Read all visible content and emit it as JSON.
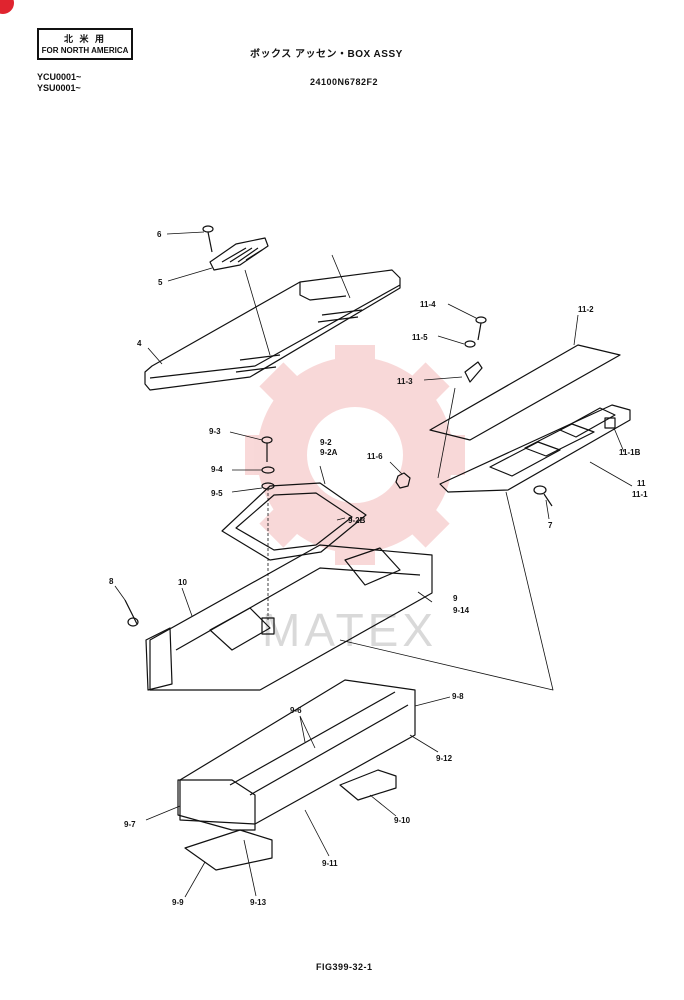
{
  "header": {
    "stamp_jp": "北 米 用",
    "stamp_en": "FOR NORTH AMERICA",
    "serial_1": "YCU0001~",
    "serial_2": "YSU0001~",
    "title": "ボックス アッセン・BOX ASSY",
    "part_number": "24100N6782F2"
  },
  "footer": {
    "figure_id": "FIG399-32-1"
  },
  "watermark": {
    "text": "MATEX",
    "color": "#f4b9b9"
  },
  "callouts": [
    {
      "id": "c6",
      "label": "6"
    },
    {
      "id": "c5",
      "label": "5"
    },
    {
      "id": "c4",
      "label": "4"
    },
    {
      "id": "c11-4",
      "label": "11-4"
    },
    {
      "id": "c11-5",
      "label": "11-5"
    },
    {
      "id": "c11-3",
      "label": "11-3"
    },
    {
      "id": "c11-2",
      "label": "11-2"
    },
    {
      "id": "c11-1B",
      "label": "11-1B"
    },
    {
      "id": "c11",
      "label": "11"
    },
    {
      "id": "c11-1",
      "label": "11-1"
    },
    {
      "id": "c7",
      "label": "7"
    },
    {
      "id": "c11-6",
      "label": "11-6"
    },
    {
      "id": "c9-3",
      "label": "9-3"
    },
    {
      "id": "c9-2",
      "label": "9-2"
    },
    {
      "id": "c9-2A",
      "label": "9-2A"
    },
    {
      "id": "c9-4",
      "label": "9-4"
    },
    {
      "id": "c9-5",
      "label": "9-5"
    },
    {
      "id": "c9-2B",
      "label": "9-2B"
    },
    {
      "id": "c8",
      "label": "8"
    },
    {
      "id": "c10",
      "label": "10"
    },
    {
      "id": "c9",
      "label": "9"
    },
    {
      "id": "c9-14",
      "label": "9-14"
    },
    {
      "id": "c9-8",
      "label": "9-8"
    },
    {
      "id": "c9-6",
      "label": "9-6"
    },
    {
      "id": "c9-12",
      "label": "9-12"
    },
    {
      "id": "c9-7",
      "label": "9-7"
    },
    {
      "id": "c9-10",
      "label": "9-10"
    },
    {
      "id": "c9-11",
      "label": "9-11"
    },
    {
      "id": "c9-9",
      "label": "9-9"
    },
    {
      "id": "c9-13",
      "label": "9-13"
    }
  ]
}
